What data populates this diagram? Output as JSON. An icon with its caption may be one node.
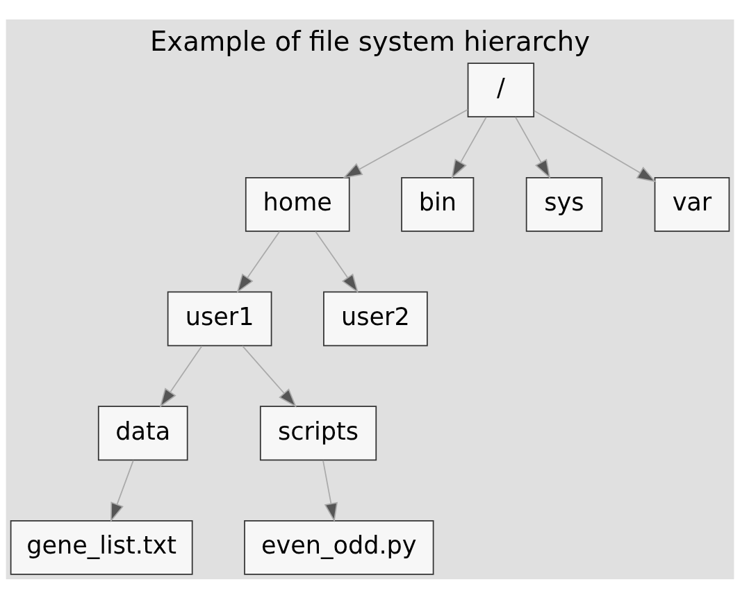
{
  "diagram": {
    "title": "Example of file system hierarchy",
    "nodes": [
      {
        "text": [
          "/"
        ]
      },
      {
        "text": [
          "home"
        ]
      },
      {
        "text": [
          "bin"
        ]
      },
      {
        "text": [
          "sys"
        ]
      },
      {
        "text": [
          "var"
        ]
      },
      {
        "text": [
          "user1"
        ]
      },
      {
        "text": [
          "user2"
        ]
      },
      {
        "text": [
          "data"
        ]
      },
      {
        "text": [
          "scripts"
        ]
      },
      {
        "text": [
          "gene_list.txt"
        ]
      },
      {
        "text": [
          "even_odd.py"
        ]
      }
    ],
    "edges": [
      {
        "from": 0,
        "to": 1,
        "arrow": "to"
      },
      {
        "from": 0,
        "to": 2,
        "arrow": "to"
      },
      {
        "from": 0,
        "to": 3,
        "arrow": "to"
      },
      {
        "from": 0,
        "to": 4,
        "arrow": "to"
      },
      {
        "from": 1,
        "to": 5,
        "arrow": "to"
      },
      {
        "from": 1,
        "to": 6,
        "arrow": "to"
      },
      {
        "from": 5,
        "to": 7,
        "arrow": "to"
      },
      {
        "from": 5,
        "to": 8,
        "arrow": "to"
      },
      {
        "from": 7,
        "to": 9,
        "arrow": "to"
      },
      {
        "from": 8,
        "to": 10,
        "arrow": "to"
      }
    ]
  }
}
